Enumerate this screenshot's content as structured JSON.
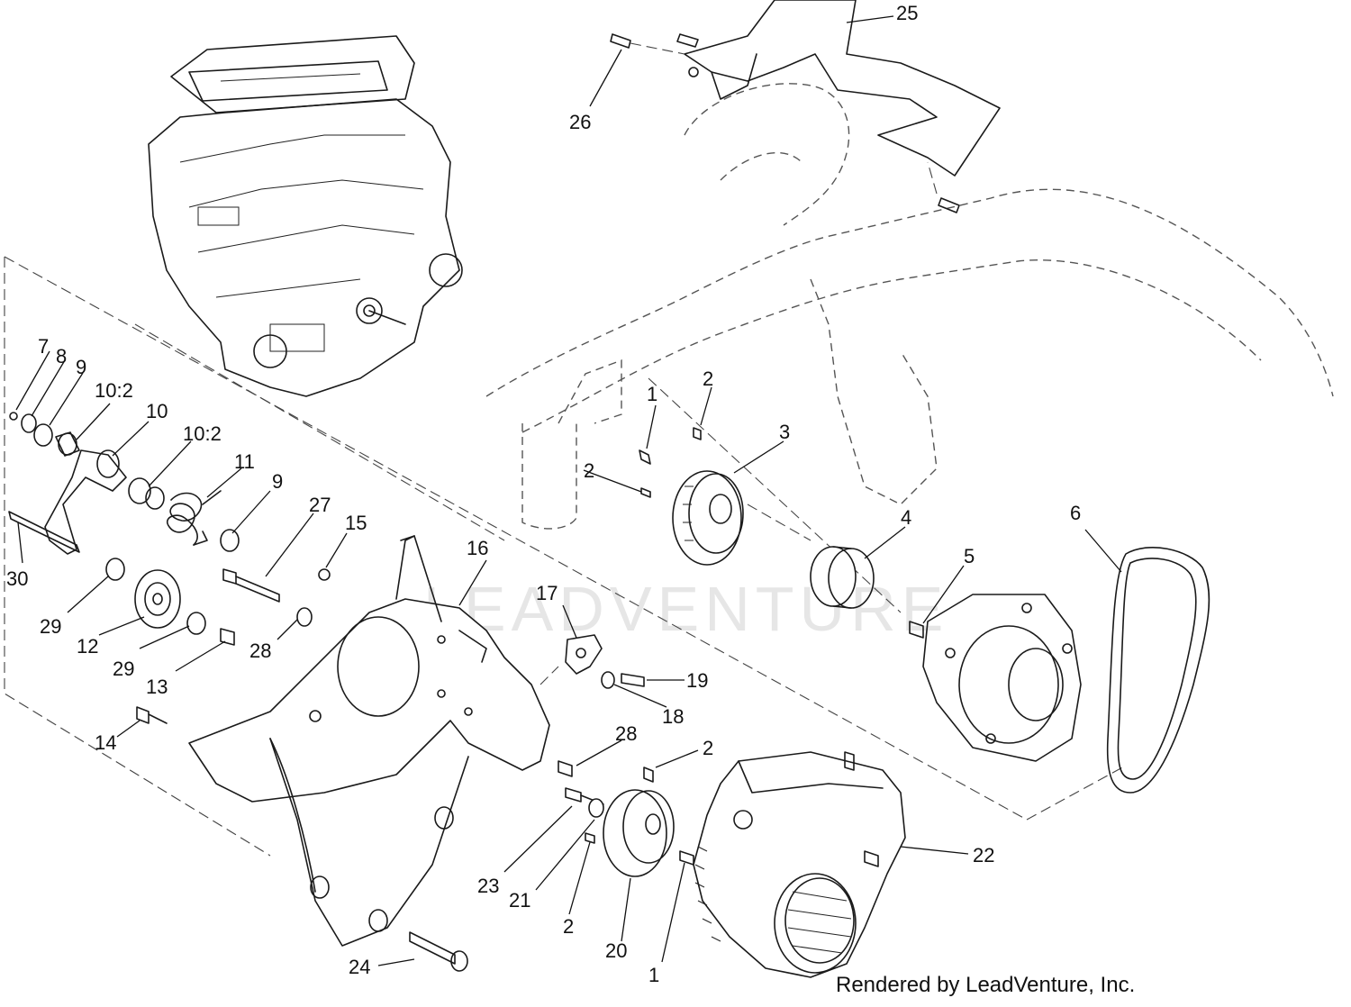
{
  "callouts": [
    {
      "id": "c-7",
      "text": "7"
    },
    {
      "id": "c-8",
      "text": "8"
    },
    {
      "id": "c-9a",
      "text": "9"
    },
    {
      "id": "c-10-2a",
      "text": "10:2"
    },
    {
      "id": "c-10",
      "text": "10"
    },
    {
      "id": "c-10-2b",
      "text": "10:2"
    },
    {
      "id": "c-11",
      "text": "11"
    },
    {
      "id": "c-9b",
      "text": "9"
    },
    {
      "id": "c-27",
      "text": "27"
    },
    {
      "id": "c-15",
      "text": "15"
    },
    {
      "id": "c-16",
      "text": "16"
    },
    {
      "id": "c-30",
      "text": "30"
    },
    {
      "id": "c-29a",
      "text": "29"
    },
    {
      "id": "c-12",
      "text": "12"
    },
    {
      "id": "c-29b",
      "text": "29"
    },
    {
      "id": "c-13",
      "text": "13"
    },
    {
      "id": "c-28a",
      "text": "28"
    },
    {
      "id": "c-17",
      "text": "17"
    },
    {
      "id": "c-19",
      "text": "19"
    },
    {
      "id": "c-18",
      "text": "18"
    },
    {
      "id": "c-14",
      "text": "14"
    },
    {
      "id": "c-28b",
      "text": "28"
    },
    {
      "id": "c-2a",
      "text": "2"
    },
    {
      "id": "c-1a",
      "text": "1"
    },
    {
      "id": "c-2b",
      "text": "2"
    },
    {
      "id": "c-3",
      "text": "3"
    },
    {
      "id": "c-4",
      "text": "4"
    },
    {
      "id": "c-5",
      "text": "5"
    },
    {
      "id": "c-6",
      "text": "6"
    },
    {
      "id": "c-25",
      "text": "25"
    },
    {
      "id": "c-26",
      "text": "26"
    },
    {
      "id": "c-2c",
      "text": "2"
    },
    {
      "id": "c-22",
      "text": "22"
    },
    {
      "id": "c-23",
      "text": "23"
    },
    {
      "id": "c-21",
      "text": "21"
    },
    {
      "id": "c-2d",
      "text": "2"
    },
    {
      "id": "c-20",
      "text": "20"
    },
    {
      "id": "c-1b",
      "text": "1"
    },
    {
      "id": "c-24",
      "text": "24"
    }
  ],
  "watermark": "LEADVENTURE",
  "credit": "Rendered by LeadVenture, Inc."
}
